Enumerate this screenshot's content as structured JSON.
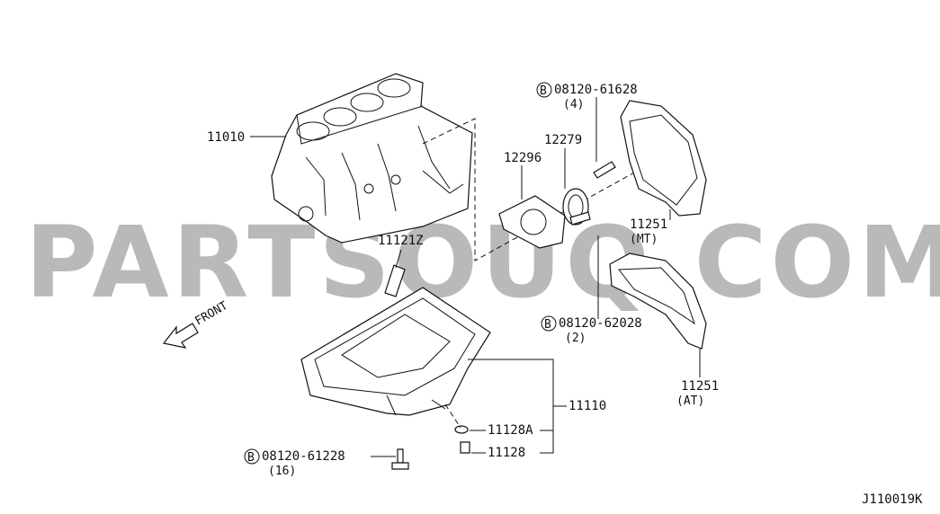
{
  "diagram": {
    "code": "J110019K",
    "watermark": "PARTSOUQ.COM",
    "front_label": "FRONT",
    "bolt_symbol": "B",
    "labels": {
      "p11010": "11010",
      "p11121z": "11121Z",
      "p12296": "12296",
      "p12279": "12279",
      "b61628": "08120-61628",
      "q61628": "(4)",
      "p11251mt": "11251",
      "q11251mt": "(MT)",
      "b62028": "08120-62028",
      "q62028": "(2)",
      "p11251at": "11251",
      "q11251at": "(AT)",
      "p11110": "11110",
      "p11128a": "11128A",
      "p11128": "11128",
      "b61228": "08120-61228",
      "q61228": "(16)"
    }
  }
}
